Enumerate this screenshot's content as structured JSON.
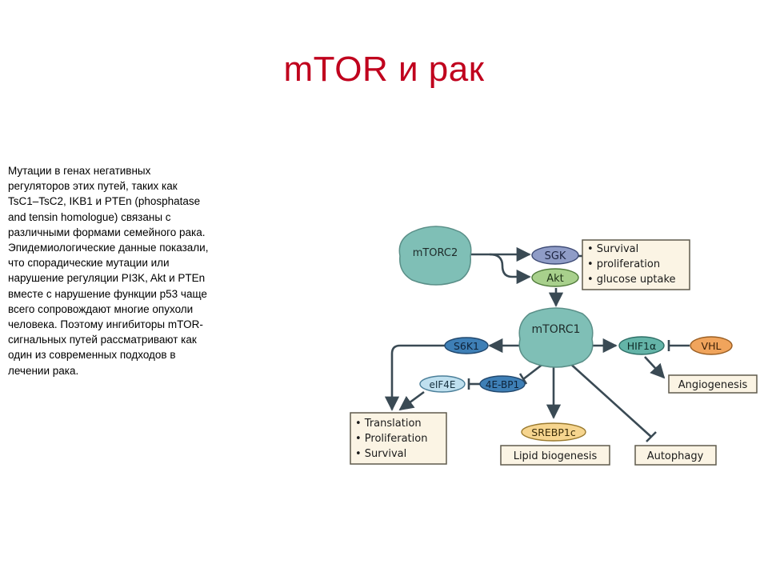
{
  "slide": {
    "title": "mTOR и рак",
    "body_lines": [
      "Мутации в генах негативных",
      "регуляторов этих путей, таких как",
      "TsC1–TsC2, IKB1 и PTEn (phosphatase",
      "and tensin homologue) связаны с",
      "различными формами семейного рака.",
      "Эпидемиологические данные показали,",
      "что спорадические мутации или",
      "нарушение регуляции PI3K, Akt и PTEn",
      "вместе с нарушение функции p53 чаще",
      "всего сопровождают многие опухоли",
      "человека. Поэтому ингибиторы  mTOR-",
      "сигнальных путей рассматривают как",
      "один из современных подходов в",
      "лечении рака."
    ]
  },
  "diagram": {
    "colors": {
      "mtorc": "#7fbfb6",
      "sgk": "#8f9cc7",
      "akt": "#a8d08c",
      "s6k1": "#3e7fb6",
      "hif1a": "#64b4a8",
      "vhl": "#f0a45c",
      "eif4e": "#bfe0ef",
      "4ebp1": "#3e7fb6",
      "srebp1c": "#f6d58f",
      "outcome_box": "#fbf4e4",
      "arrow": "#3a4a54"
    },
    "nodes": {
      "mtorc2": "mTORC2",
      "mtorc1": "mTORC1",
      "sgk": "SGK",
      "akt": "Akt",
      "s6k1": "S6K1",
      "hif1a": "HIF1α",
      "vhl": "VHL",
      "eif4e": "eIF4E",
      "4ebp1": "4E-BP1",
      "srebp1c": "SREBP1c"
    },
    "boxes": {
      "top_outcomes": [
        "• Survival",
        "• proliferation",
        "• glucose uptake"
      ],
      "translation_outcomes": [
        "• Translation",
        "• Proliferation",
        "• Survival"
      ],
      "angiogenesis": "Angiogenesis",
      "lipid": "Lipid biogenesis",
      "autophagy": "Autophagy"
    }
  }
}
